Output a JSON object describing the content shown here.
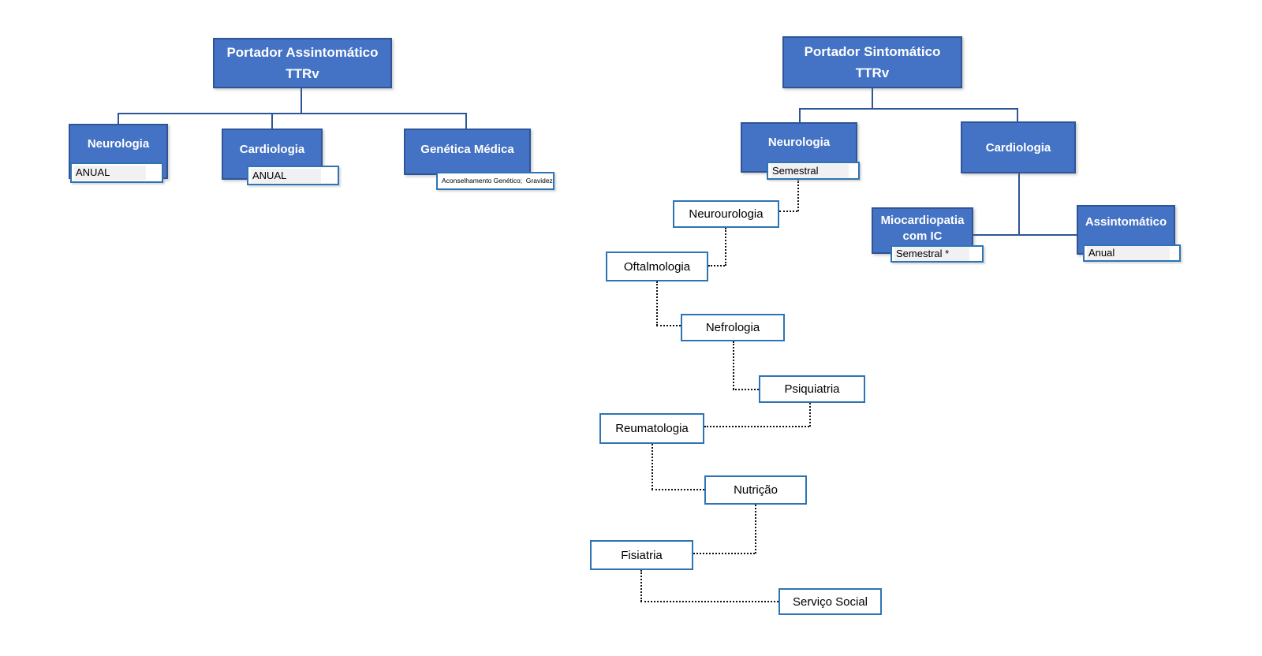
{
  "colors": {
    "node_fill": "#4472C4",
    "node_border": "#2F5597",
    "outline_box_border": "#2E74B5",
    "connector_solid": "#2E5597",
    "connector_dotted": "#111111",
    "sub_highlight": "#f1f1f4"
  },
  "left_tree": {
    "root_line1": "Portador Assintomático",
    "root_line2": "TTRv",
    "children": [
      {
        "label": "Neurologia",
        "sub": "ANUAL"
      },
      {
        "label": "Cardiologia",
        "sub": "ANUAL"
      },
      {
        "label": "Genética Médica",
        "sub": "Aconselhamento Genético;  Gravidez"
      }
    ]
  },
  "right_tree": {
    "root_line1": "Portador Sintomático",
    "root_line2": "TTRv",
    "neurologia_label": "Neurologia",
    "neurologia_sub": "Semestral",
    "cardiologia_label": "Cardiologia",
    "miocardiopatia_label": "Miocardiopatia com IC",
    "miocardiopatia_sub": "Semestral *",
    "assintomatico_label": "Assintomático",
    "assintomatico_sub": "Anual",
    "chain": [
      {
        "label": "Neurourologia"
      },
      {
        "label": "Oftalmologia"
      },
      {
        "label": "Nefrologia"
      },
      {
        "label": "Psiquiatria"
      },
      {
        "label": "Reumatologia"
      },
      {
        "label": "Nutrição"
      },
      {
        "label": "Fisiatria"
      },
      {
        "label": "Serviço Social"
      }
    ]
  }
}
